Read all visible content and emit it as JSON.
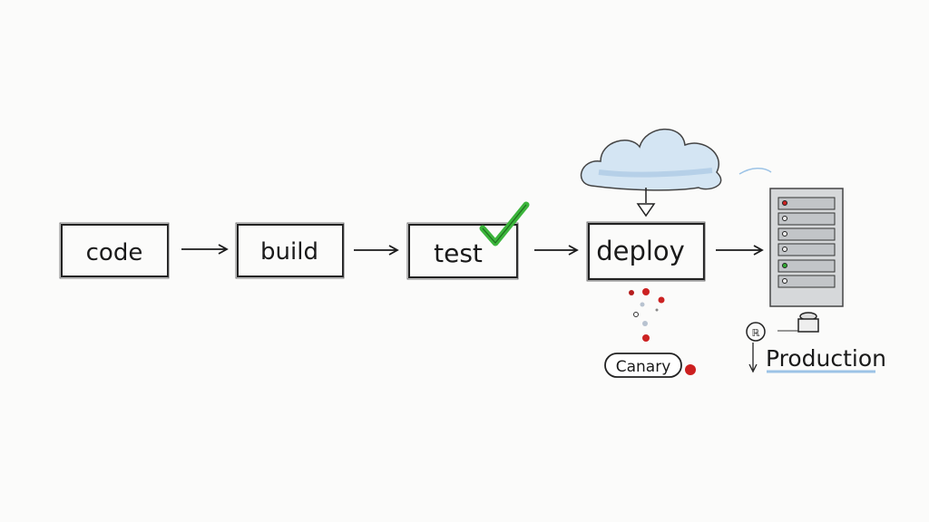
{
  "steps": [
    {
      "label": "code"
    },
    {
      "label": "build"
    },
    {
      "label": "test",
      "status": "passed-check"
    },
    {
      "label": "deploy"
    }
  ],
  "canary": {
    "label": "Canary",
    "dot_color": "#cc1f1f"
  },
  "production": {
    "label": "Production",
    "underline_color": "#9cc3e6"
  },
  "colors": {
    "check": "#3cb53c",
    "cloud": "#c9def0",
    "ink": "#1a1a1a",
    "server": "#d6d8da"
  },
  "icons": [
    "cloud-icon",
    "check-icon",
    "server-rack-icon",
    "database-icon",
    "sync-icon"
  ]
}
